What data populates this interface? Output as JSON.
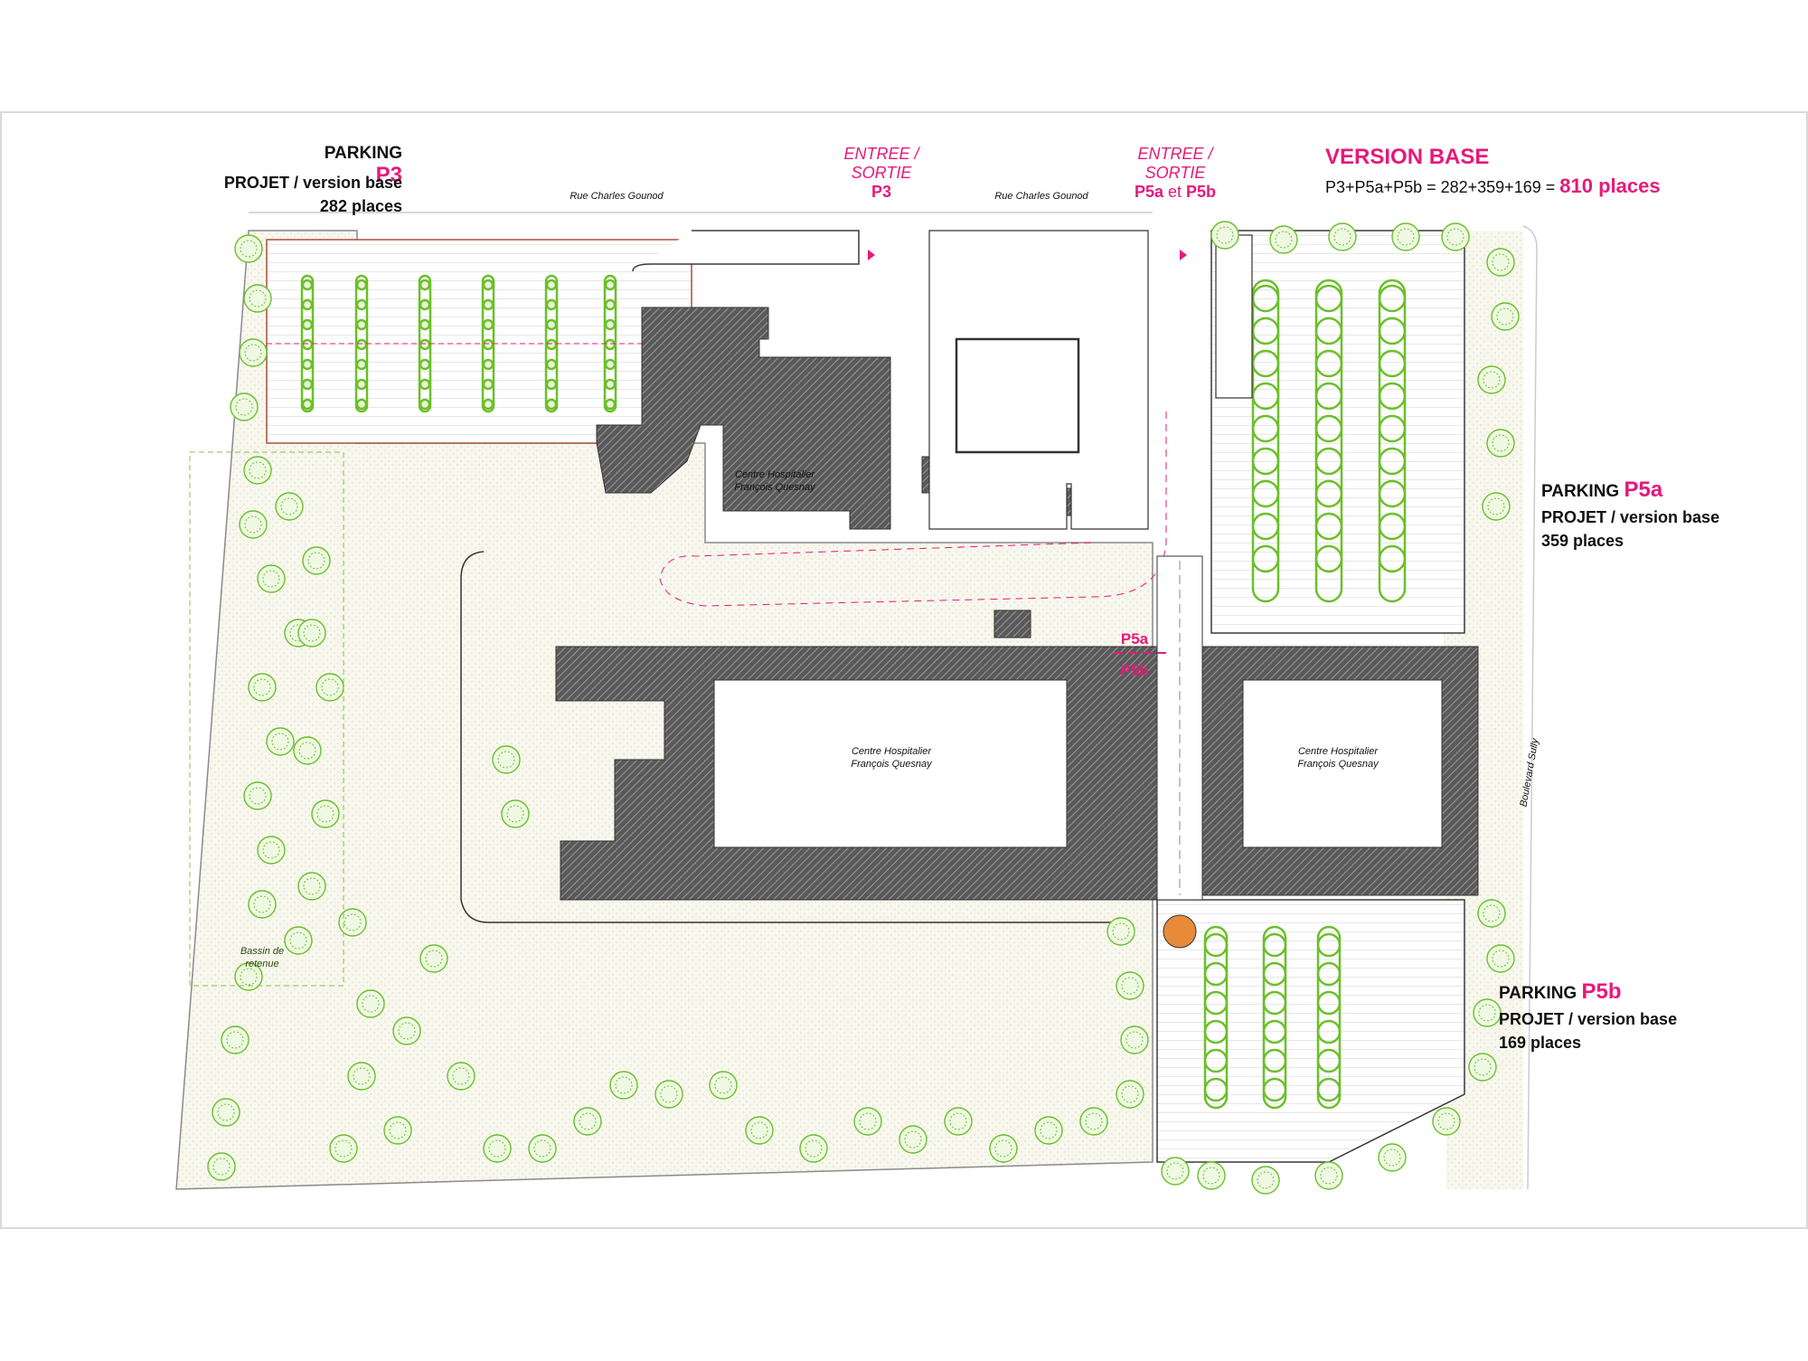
{
  "headers": {
    "p3": {
      "word": "PARKING",
      "code": "P3",
      "line2": "PROJET / version base",
      "line3": "282 places"
    },
    "p5a": {
      "word": "PARKING",
      "code": "P5a",
      "line2": "PROJET / version base",
      "line3": "359 places"
    },
    "p5b": {
      "word": "PARKING",
      "code": "P5b",
      "line2": "PROJET / version base",
      "line3": "169 places"
    },
    "version": {
      "title": "VERSION BASE",
      "formula": "P3+P5a+P5b = 282+359+169 =",
      "total": "810 places"
    }
  },
  "entrances": {
    "p3": {
      "line1": "ENTREE /",
      "line2": "SORTIE",
      "code": "P3"
    },
    "p5": {
      "line1": "ENTREE /",
      "line2": "SORTIE",
      "code_a": "P5a",
      "connector": "et",
      "code_b": "P5b"
    }
  },
  "labels": {
    "street_left": "Rue Charles Gounod",
    "street_right": "Rue Charles Gounod",
    "boulevard": "Boulevard Sully",
    "hospital_line1": "Centre Hospitalier",
    "hospital_line2": "François Quesnay",
    "bassin_line1": "Bassin de",
    "bassin_line2": "retenue",
    "marker_p5a": "P5a",
    "marker_p5b": "P5b"
  },
  "colors": {
    "accent": "#e6197a",
    "tree": "#6cbf2a",
    "green_ground": "#f4f4ea",
    "parking_line": "#e05a3a"
  }
}
